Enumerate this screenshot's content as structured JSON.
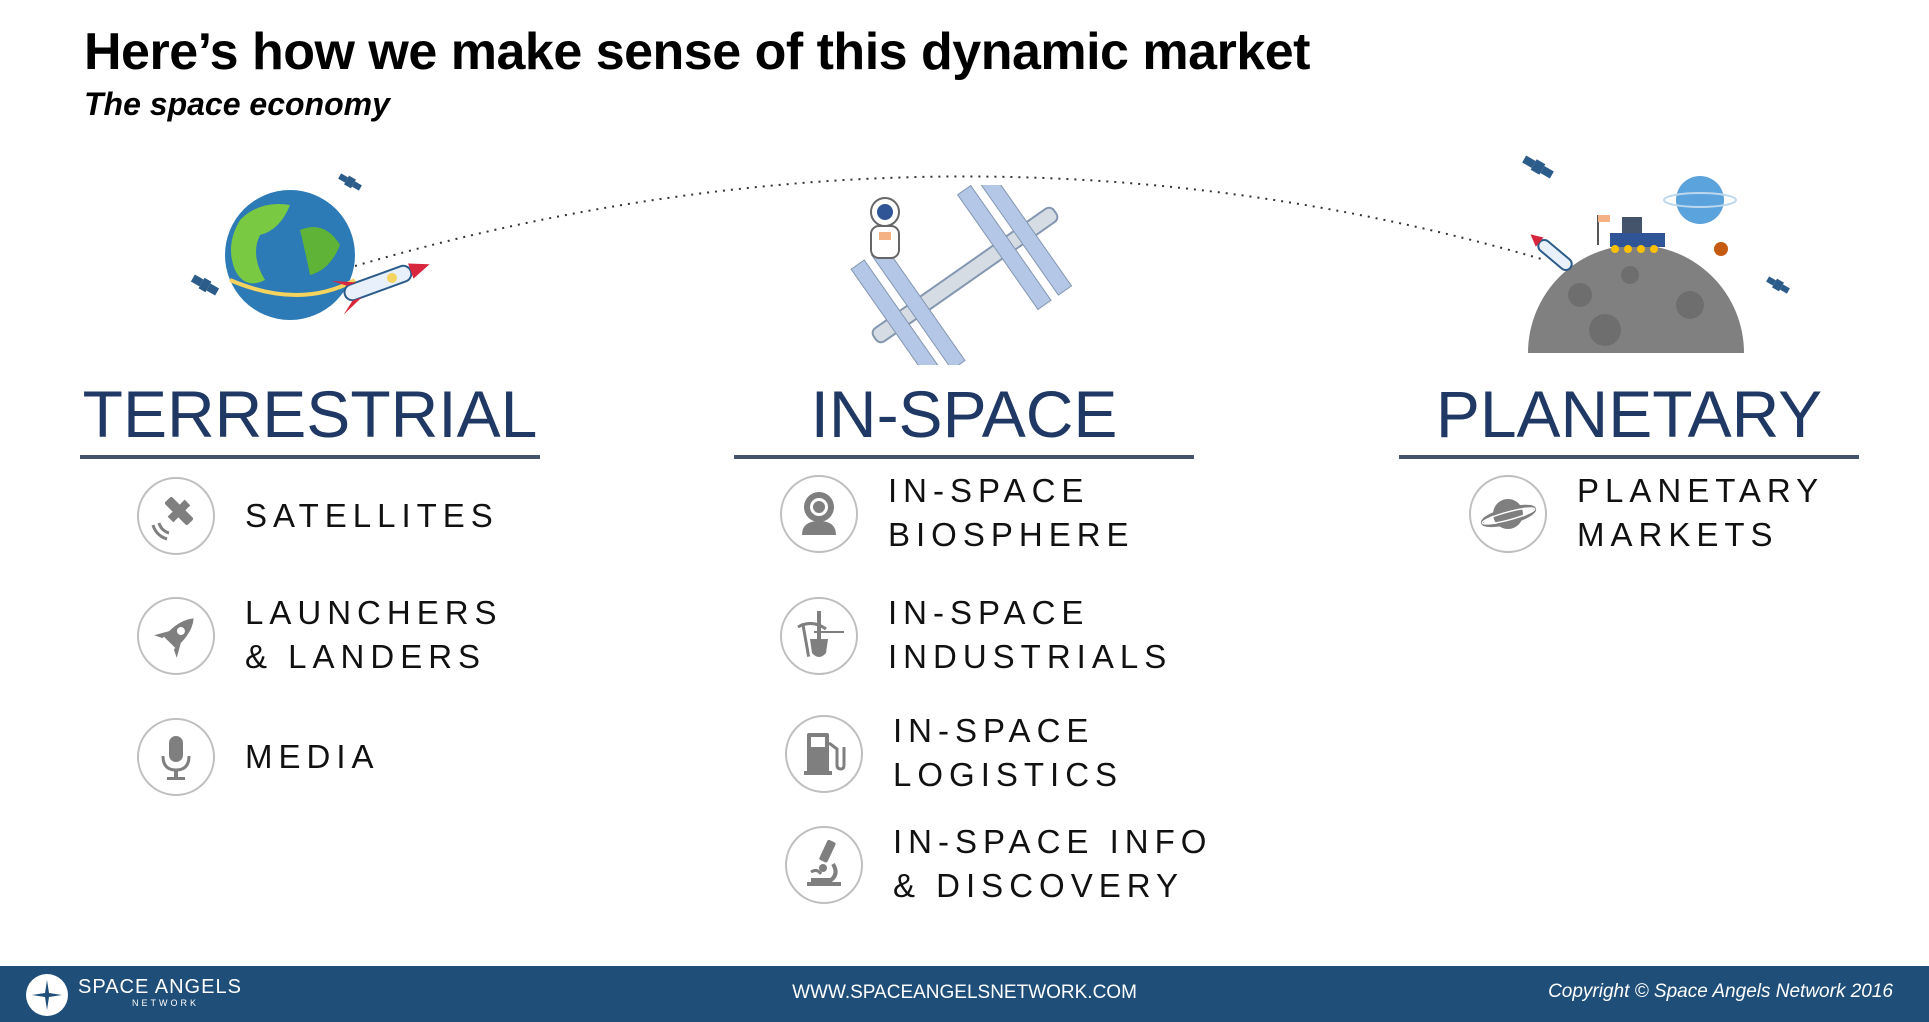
{
  "slide": {
    "title": "Here’s how we make sense of this dynamic market",
    "subtitle": "The space economy"
  },
  "columns": [
    {
      "heading": "TERRESTRIAL",
      "items": [
        {
          "icon": "satellite-icon",
          "line1": "SATELLITES",
          "line2": ""
        },
        {
          "icon": "rocket-icon",
          "line1": "LAUNCHERS",
          "line2": "& LANDERS"
        },
        {
          "icon": "microphone-icon",
          "line1": "MEDIA",
          "line2": ""
        }
      ]
    },
    {
      "heading": "IN-SPACE",
      "items": [
        {
          "icon": "astronaut-icon",
          "line1": "IN-SPACE",
          "line2": "BIOSPHERE"
        },
        {
          "icon": "pickaxe-shovel-icon",
          "line1": "IN-SPACE",
          "line2": "INDUSTRIALS"
        },
        {
          "icon": "fuel-pump-icon",
          "line1": "IN-SPACE",
          "line2": "LOGISTICS"
        },
        {
          "icon": "microscope-icon",
          "line1": "IN-SPACE INFO",
          "line2": "& DISCOVERY"
        }
      ]
    },
    {
      "heading": "PLANETARY",
      "items": [
        {
          "icon": "planet-icon",
          "line1": "PLANETARY",
          "line2": "MARKETS"
        }
      ]
    }
  ],
  "footer": {
    "brand": "SPACE ANGELS",
    "brand_sub": "NETWORK",
    "url": "WWW.SPACEANGELSNETWORK.COM",
    "copyright": "Copyright © Space Angels Network 2016"
  },
  "colors": {
    "heading": "#1f3864",
    "footer_bg": "#1f4e79",
    "icon_gray": "#7f7f7f"
  }
}
